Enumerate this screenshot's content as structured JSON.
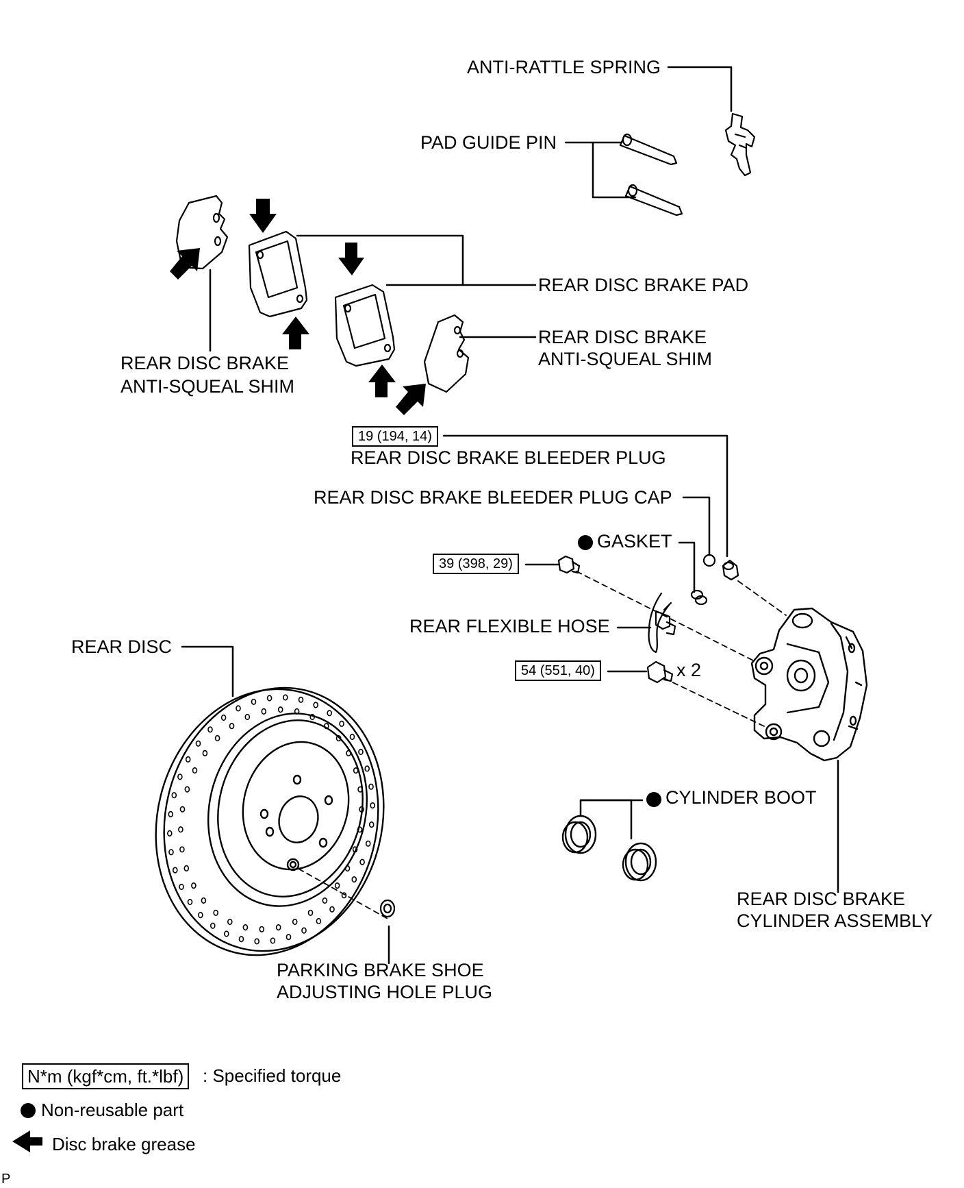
{
  "labels": {
    "anti_rattle_spring": "ANTI-RATTLE SPRING",
    "pad_guide_pin": "PAD GUIDE PIN",
    "rear_disc_brake_pad": "REAR DISC BRAKE PAD",
    "shim_left_1": "REAR DISC BRAKE",
    "shim_left_2": "ANTI-SQUEAL SHIM",
    "shim_right_1": "REAR DISC BRAKE",
    "shim_right_2": "ANTI-SQUEAL SHIM",
    "bleeder_plug": "REAR DISC BRAKE BLEEDER PLUG",
    "bleeder_plug_cap": "REAR DISC BRAKE BLEEDER PLUG CAP",
    "gasket": "GASKET",
    "rear_flexible_hose": "REAR FLEXIBLE HOSE",
    "rear_disc": "REAR DISC",
    "x2": "x 2",
    "cylinder_boot": "CYLINDER BOOT",
    "cylinder_assembly_1": "REAR DISC BRAKE",
    "cylinder_assembly_2": "CYLINDER ASSEMBLY",
    "hole_plug_1": "PARKING BRAKE SHOE",
    "hole_plug_2": "ADJUSTING HOLE PLUG"
  },
  "torques": {
    "bleeder_plug": "19 (194, 14)",
    "union_bolt": "39 (398, 29)",
    "cylinder_bolt": "54 (551, 40)"
  },
  "legend": {
    "torque_box": "N*m (kgf*cm, ft.*lbf)",
    "torque_text": ": Specified torque",
    "nonreusable_text": "Non-reusable part",
    "grease_text": "Disc brake grease"
  },
  "corner_mark": "P",
  "colors": {
    "line": "#000000",
    "background": "#ffffff"
  }
}
